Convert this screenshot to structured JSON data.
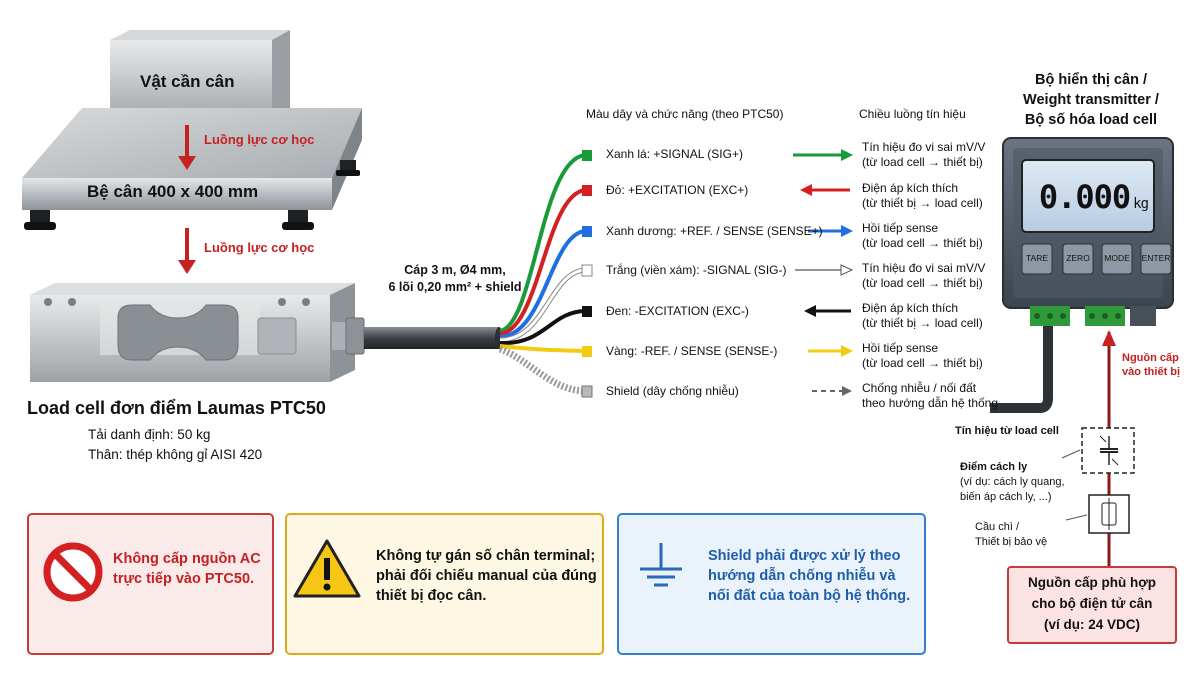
{
  "weight": {
    "label": "Vật cần cân"
  },
  "platform": {
    "label": "Bệ cân 400 x 400 mm"
  },
  "force_label": "Luồng lực cơ học",
  "loadcell": {
    "title": "Load cell đơn điểm Laumas PTC50",
    "capacity": "Tải danh định: 50 kg",
    "body": "Thân: thép không gỉ AISI 420"
  },
  "cable": {
    "line1": "Cáp 3 m, Ø4 mm,",
    "line2": "6 lõi 0,20 mm² + shield"
  },
  "headers": {
    "wires": "Màu dây và chức năng (theo PTC50)",
    "direction": "Chiều luồng tín hiệu"
  },
  "wires": [
    {
      "label": "Xanh lá: +SIGNAL (SIG+)",
      "color": "#1a9a3a",
      "desc1": "Tín hiệu đo vi sai mV/V",
      "desc2": "(từ load cell → thiết bị)"
    },
    {
      "label": "Đỏ: +EXCITATION (EXC+)",
      "color": "#d42020",
      "desc1": "Điện áp kích thích",
      "desc2": "(từ thiết bị → load cell)"
    },
    {
      "label": "Xanh dương: +REF. / SENSE (SENSE+)",
      "color": "#1e6fe0",
      "desc1": "Hồi tiếp sense",
      "desc2": "(từ load cell → thiết bị)"
    },
    {
      "label": "Trắng (viền xám): -SIGNAL (SIG-)",
      "color": "#ffffff",
      "desc1": "Tín hiệu đo vi sai mV/V",
      "desc2": "(từ load cell → thiết bị)"
    },
    {
      "label": "Đen: -EXCITATION (EXC-)",
      "color": "#111111",
      "desc1": "Điện áp kích thích",
      "desc2": "(từ thiết bị → load cell)"
    },
    {
      "label": "Vàng: -REF. / SENSE (SENSE-)",
      "color": "#f2cc12",
      "desc1": "Hồi tiếp sense",
      "desc2": "(từ load cell → thiết bị)"
    },
    {
      "label": "Shield (dây chống nhiễu)",
      "color": "#9a9a9a",
      "desc1": "Chống nhiễu / nối đất",
      "desc2": "theo hướng dẫn hệ thống"
    }
  ],
  "device": {
    "title_line1": "Bộ hiển thị cân /",
    "title_line2": "Weight transmitter /",
    "title_line3": "Bộ số hóa load cell",
    "reading": "0.000",
    "unit": "kg",
    "buttons": [
      "TARE",
      "ZERO",
      "MODE",
      "ENTER"
    ]
  },
  "power_in_label": {
    "line1": "Nguồn cấp",
    "line2": "vào thiết bị"
  },
  "signal_from_cell": "Tín hiệu từ load cell",
  "isolation": {
    "title": "Điểm cách ly",
    "line2": "(ví dụ: cách ly quang,",
    "line3": "biến áp cách ly, ...)"
  },
  "fuse": {
    "line1": "Cầu chì /",
    "line2": "Thiết bị bảo vệ"
  },
  "power_supply": {
    "line1": "Nguồn cấp phù hợp",
    "line2": "cho bộ điện tử cân",
    "line3": "(ví dụ: 24 VDC)"
  },
  "warnings": [
    {
      "line1": "Không cấp nguồn AC",
      "line2": "trực tiếp vào PTC50.",
      "line3": ""
    },
    {
      "line1": "Không tự gán số chân terminal;",
      "line2": "phải đối chiếu manual của đúng",
      "line3": "thiết bị đọc cân."
    },
    {
      "line1": "Shield phải được xử lý theo",
      "line2": "hướng dẫn chống nhiễu và",
      "line3": "nối đất của toàn bộ hệ thống."
    }
  ]
}
